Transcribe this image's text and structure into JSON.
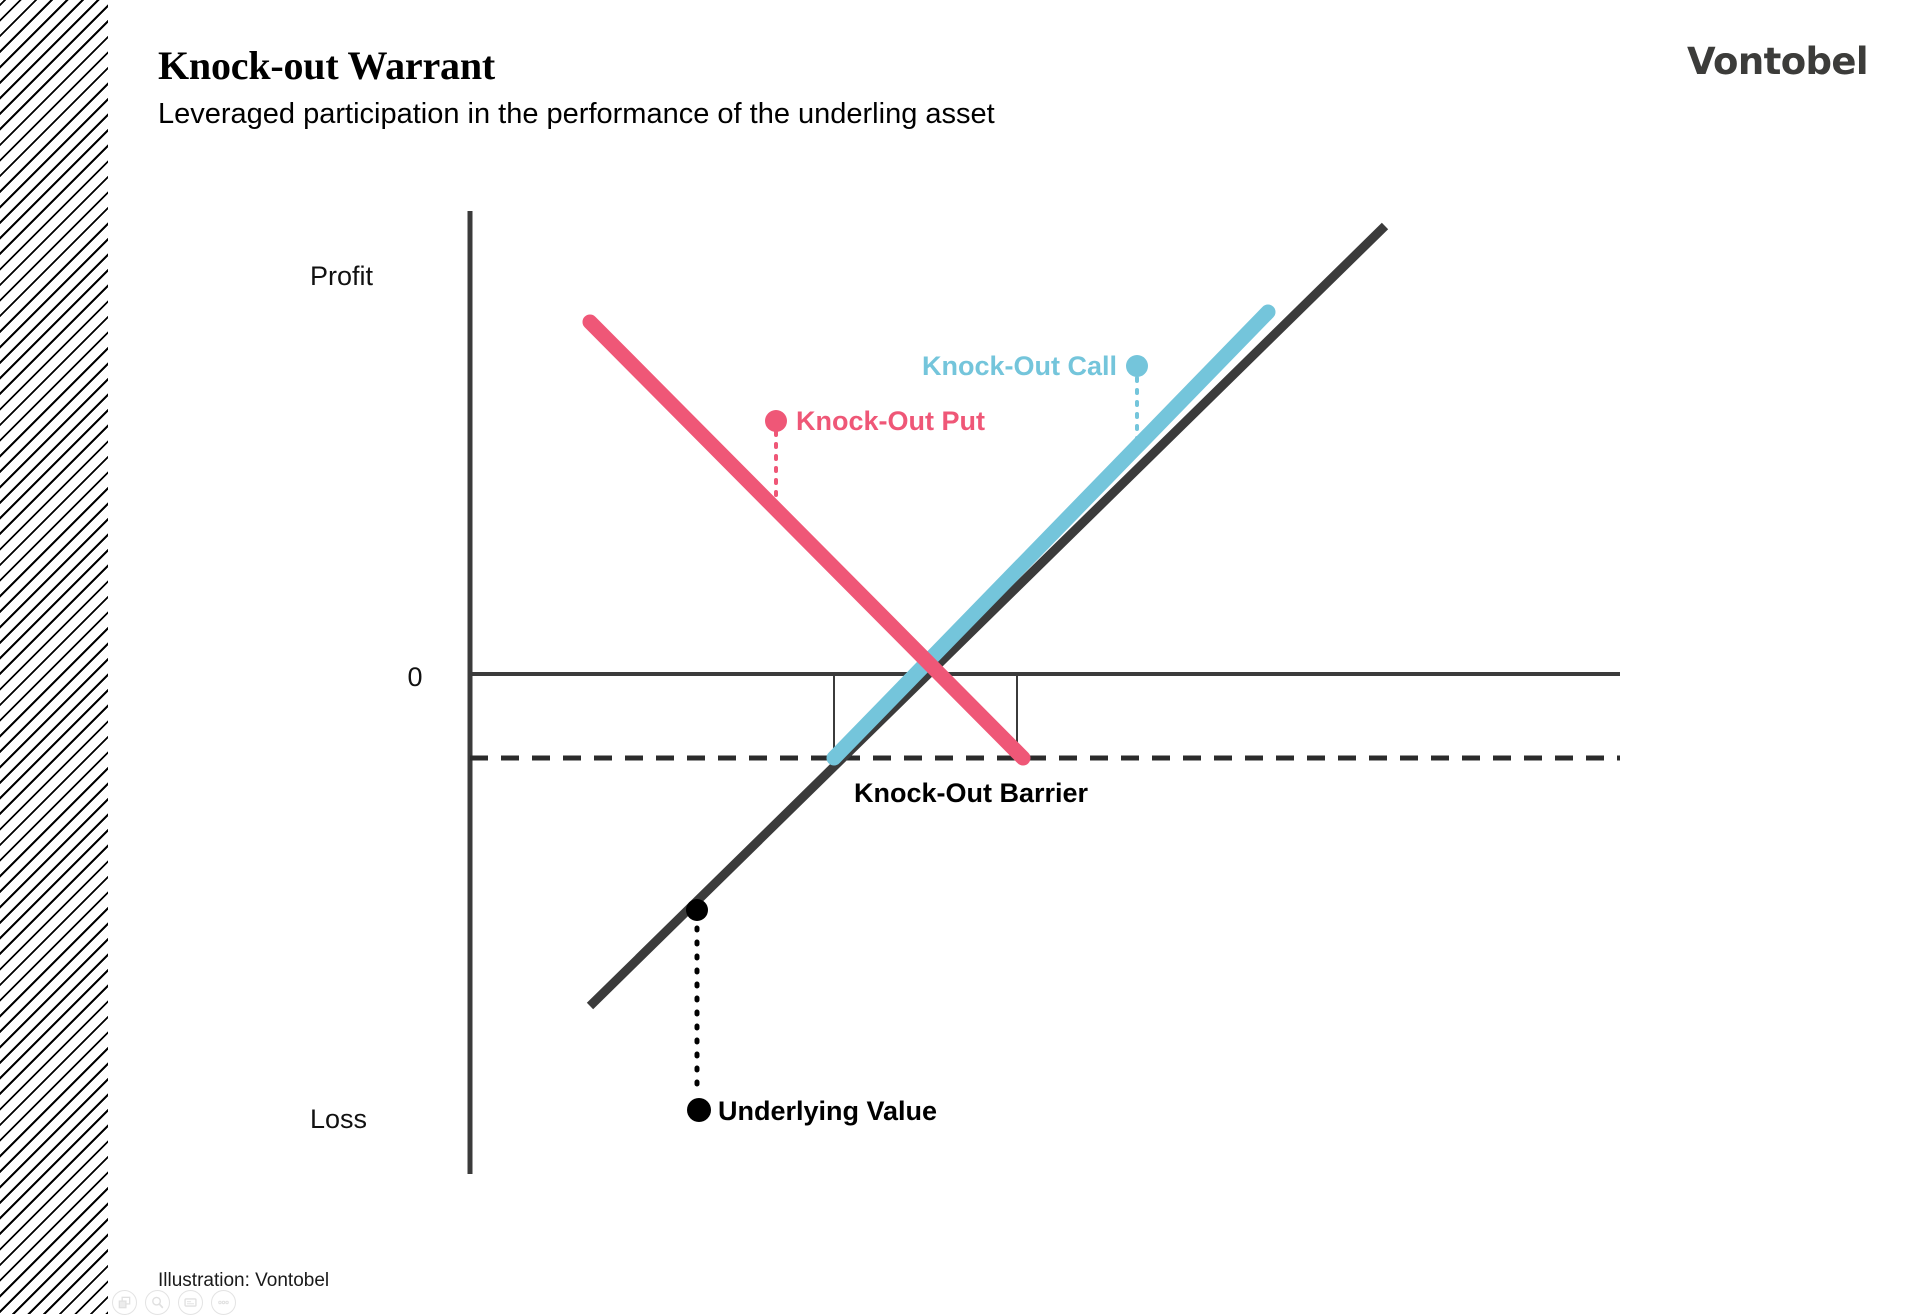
{
  "header": {
    "title": "Knock-out Warrant",
    "subtitle": "Leveraged participation in the performance of the underling asset",
    "logo": "Vontobel"
  },
  "footer": {
    "caption": "Illustration: Vontobel",
    "toolbar": [
      {
        "name": "duplicate-icon",
        "label": "Duplicate"
      },
      {
        "name": "search-icon",
        "label": "Zoom"
      },
      {
        "name": "caption-icon",
        "label": "Caption"
      },
      {
        "name": "more-icon",
        "label": "More"
      }
    ]
  },
  "colors": {
    "knock_out_put": "#ef5777",
    "knock_out_call": "#74c5db",
    "payoff_line": "#3b3b3b",
    "axis": "#3b3b3b",
    "brand": "#3c3c3a"
  },
  "chart_data": {
    "type": "line",
    "title": "Knock-out Warrant payoff profile",
    "xlabel": "",
    "ylabel": "Profit / Loss",
    "axis_labels": {
      "top": "Profit",
      "zero": "0",
      "bottom": "Loss"
    },
    "grid": false,
    "legend_position": "inside",
    "series": [
      {
        "name": "Knock-Out Put",
        "color": "#ef5777",
        "label": "Knock-Out Put",
        "label_dot_side": "left",
        "points": [
          [
            590,
            322
          ],
          [
            1023,
            758
          ]
        ],
        "description": "Downward sloping payoff that stops at the knock-out barrier"
      },
      {
        "name": "Knock-Out Call",
        "color": "#74c5db",
        "label": "Knock-Out Call",
        "label_dot_side": "right",
        "points": [
          [
            834,
            758
          ],
          [
            1268,
            312
          ]
        ],
        "description": "Upward sloping payoff that starts at the knock-out barrier"
      },
      {
        "name": "Underlying payoff",
        "color": "#3b3b3b",
        "label": "",
        "points": [
          [
            590,
            1006
          ],
          [
            1385,
            226
          ]
        ],
        "description": "Linear payoff of the underlying asset"
      }
    ],
    "annotations": [
      {
        "name": "knock-out-barrier",
        "label": "Knock-Out Barrier",
        "y": 758,
        "style": "dashed-horizontal"
      },
      {
        "name": "underlying-value",
        "label": "Underlying Value",
        "x": 697,
        "y": 910,
        "style": "dotted-leader"
      }
    ],
    "zero_line_y": 674,
    "y_axis_x": 469
  }
}
